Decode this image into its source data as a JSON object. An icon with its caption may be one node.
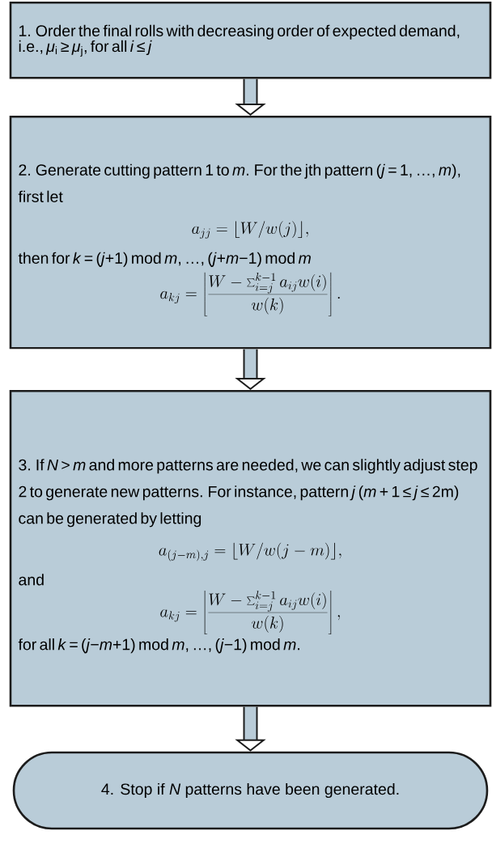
{
  "diagram": {
    "nodes": [
      {
        "text": [
          "1. Order the final rolls with decreasing order of expected demand, i.e., *μ*$_{i}$ ≥ *μ*$_{j}$, for all *i* ≤ *j*"
        ]
      },
      {
        "text": [
          "2. Generate cutting pattern 1 to *m*. For the jth pattern (*j* = 1, …, *m*), first let",
          "a_{jj} = \\lfloor W/w(j) \\rfloor,",
          "then for *k* = (*j*+1) mod *m*, …, (*j*+*m*−1) mod *m*",
          "a_{kj} = \\left\\lfloor \\frac{W - \\sum_{i=j}^{k-1} a_{ij} w(i)}{w(k)} \\right\\rfloor ."
        ]
      },
      {
        "text": [
          "3. If *N* > *m* and more patterns are needed, we can slightly adjust step 2 to generate new patterns. For instance, pattern *j* (*m* + 1 ≤ *j* ≤ 2m) can be generated by letting",
          "a_{(j-m),j} = \\lfloor W/w(j-m) \\rfloor,",
          "and",
          "a_{kj} = \\left\\lfloor \\frac{W - \\sum_{i=j}^{k-1} a_{ij} w(i)}{w(k)} \\right\\rfloor ,",
          "for all *k* = (*j*−*m*+1) mod *m*, …, (*j*−1) mod *m*."
        ]
      },
      {
        "text": [
          "4. Stop if *N* patterns have been generated."
        ]
      }
    ],
    "edges": [
      {
        "from": 0,
        "to": 1,
        "arrow": "to"
      },
      {
        "from": 1,
        "to": 2,
        "arrow": "to"
      },
      {
        "from": 2,
        "to": 3,
        "arrow": "to"
      }
    ]
  }
}
